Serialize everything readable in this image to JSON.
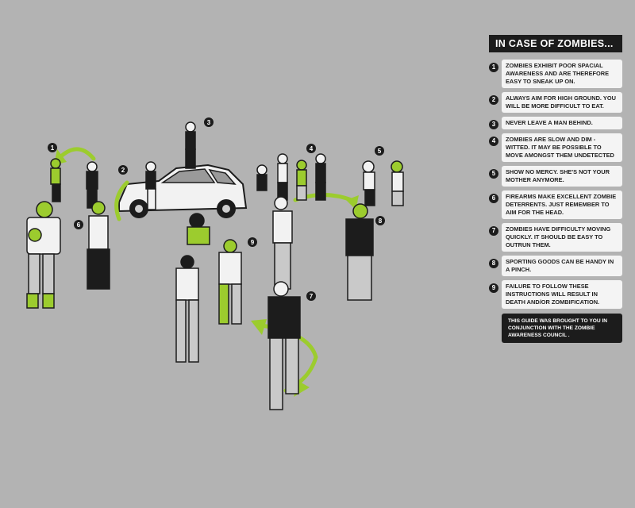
{
  "guide": {
    "title": "IN CASE OF ZOMBIES...",
    "steps": [
      {
        "number": "1",
        "text": "Zombies exhibit poor spacial awareness and are therefore easy to sneak up on."
      },
      {
        "number": "2",
        "text": "Always aim for high ground. You will be more difficult to eat."
      },
      {
        "number": "3",
        "text": "Never leave a man behind."
      },
      {
        "number": "4",
        "text": "Zombies are slow and dim - witted. It may be possible to move amongst them undetected"
      },
      {
        "number": "5",
        "text": "Show no mercy. She's not your mother anymore."
      },
      {
        "number": "6",
        "text": "Firearms make excellent zombie deterrents. Just remember to aim for the head."
      },
      {
        "number": "7",
        "text": "Zombies have difficulty moving quickly. It should be easy to outrun them."
      },
      {
        "number": "8",
        "text": "Sporting goods can be handy in a pinch."
      },
      {
        "number": "9",
        "text": "Failure to follow these instructions will result in death and/or zombification."
      }
    ],
    "credit": "This guide was brought to you in conjunction with the zombie awareness council ."
  },
  "scene": {
    "badges": [
      "1",
      "2",
      "3",
      "4",
      "5",
      "6",
      "7",
      "8",
      "9"
    ],
    "colors": {
      "zombie_green": "#9ccc2e",
      "ink": "#1c1c1c",
      "shirt_white": "#f2f2f2",
      "pants_gray": "#c9c9c9",
      "background": "#b3b3b3"
    }
  }
}
